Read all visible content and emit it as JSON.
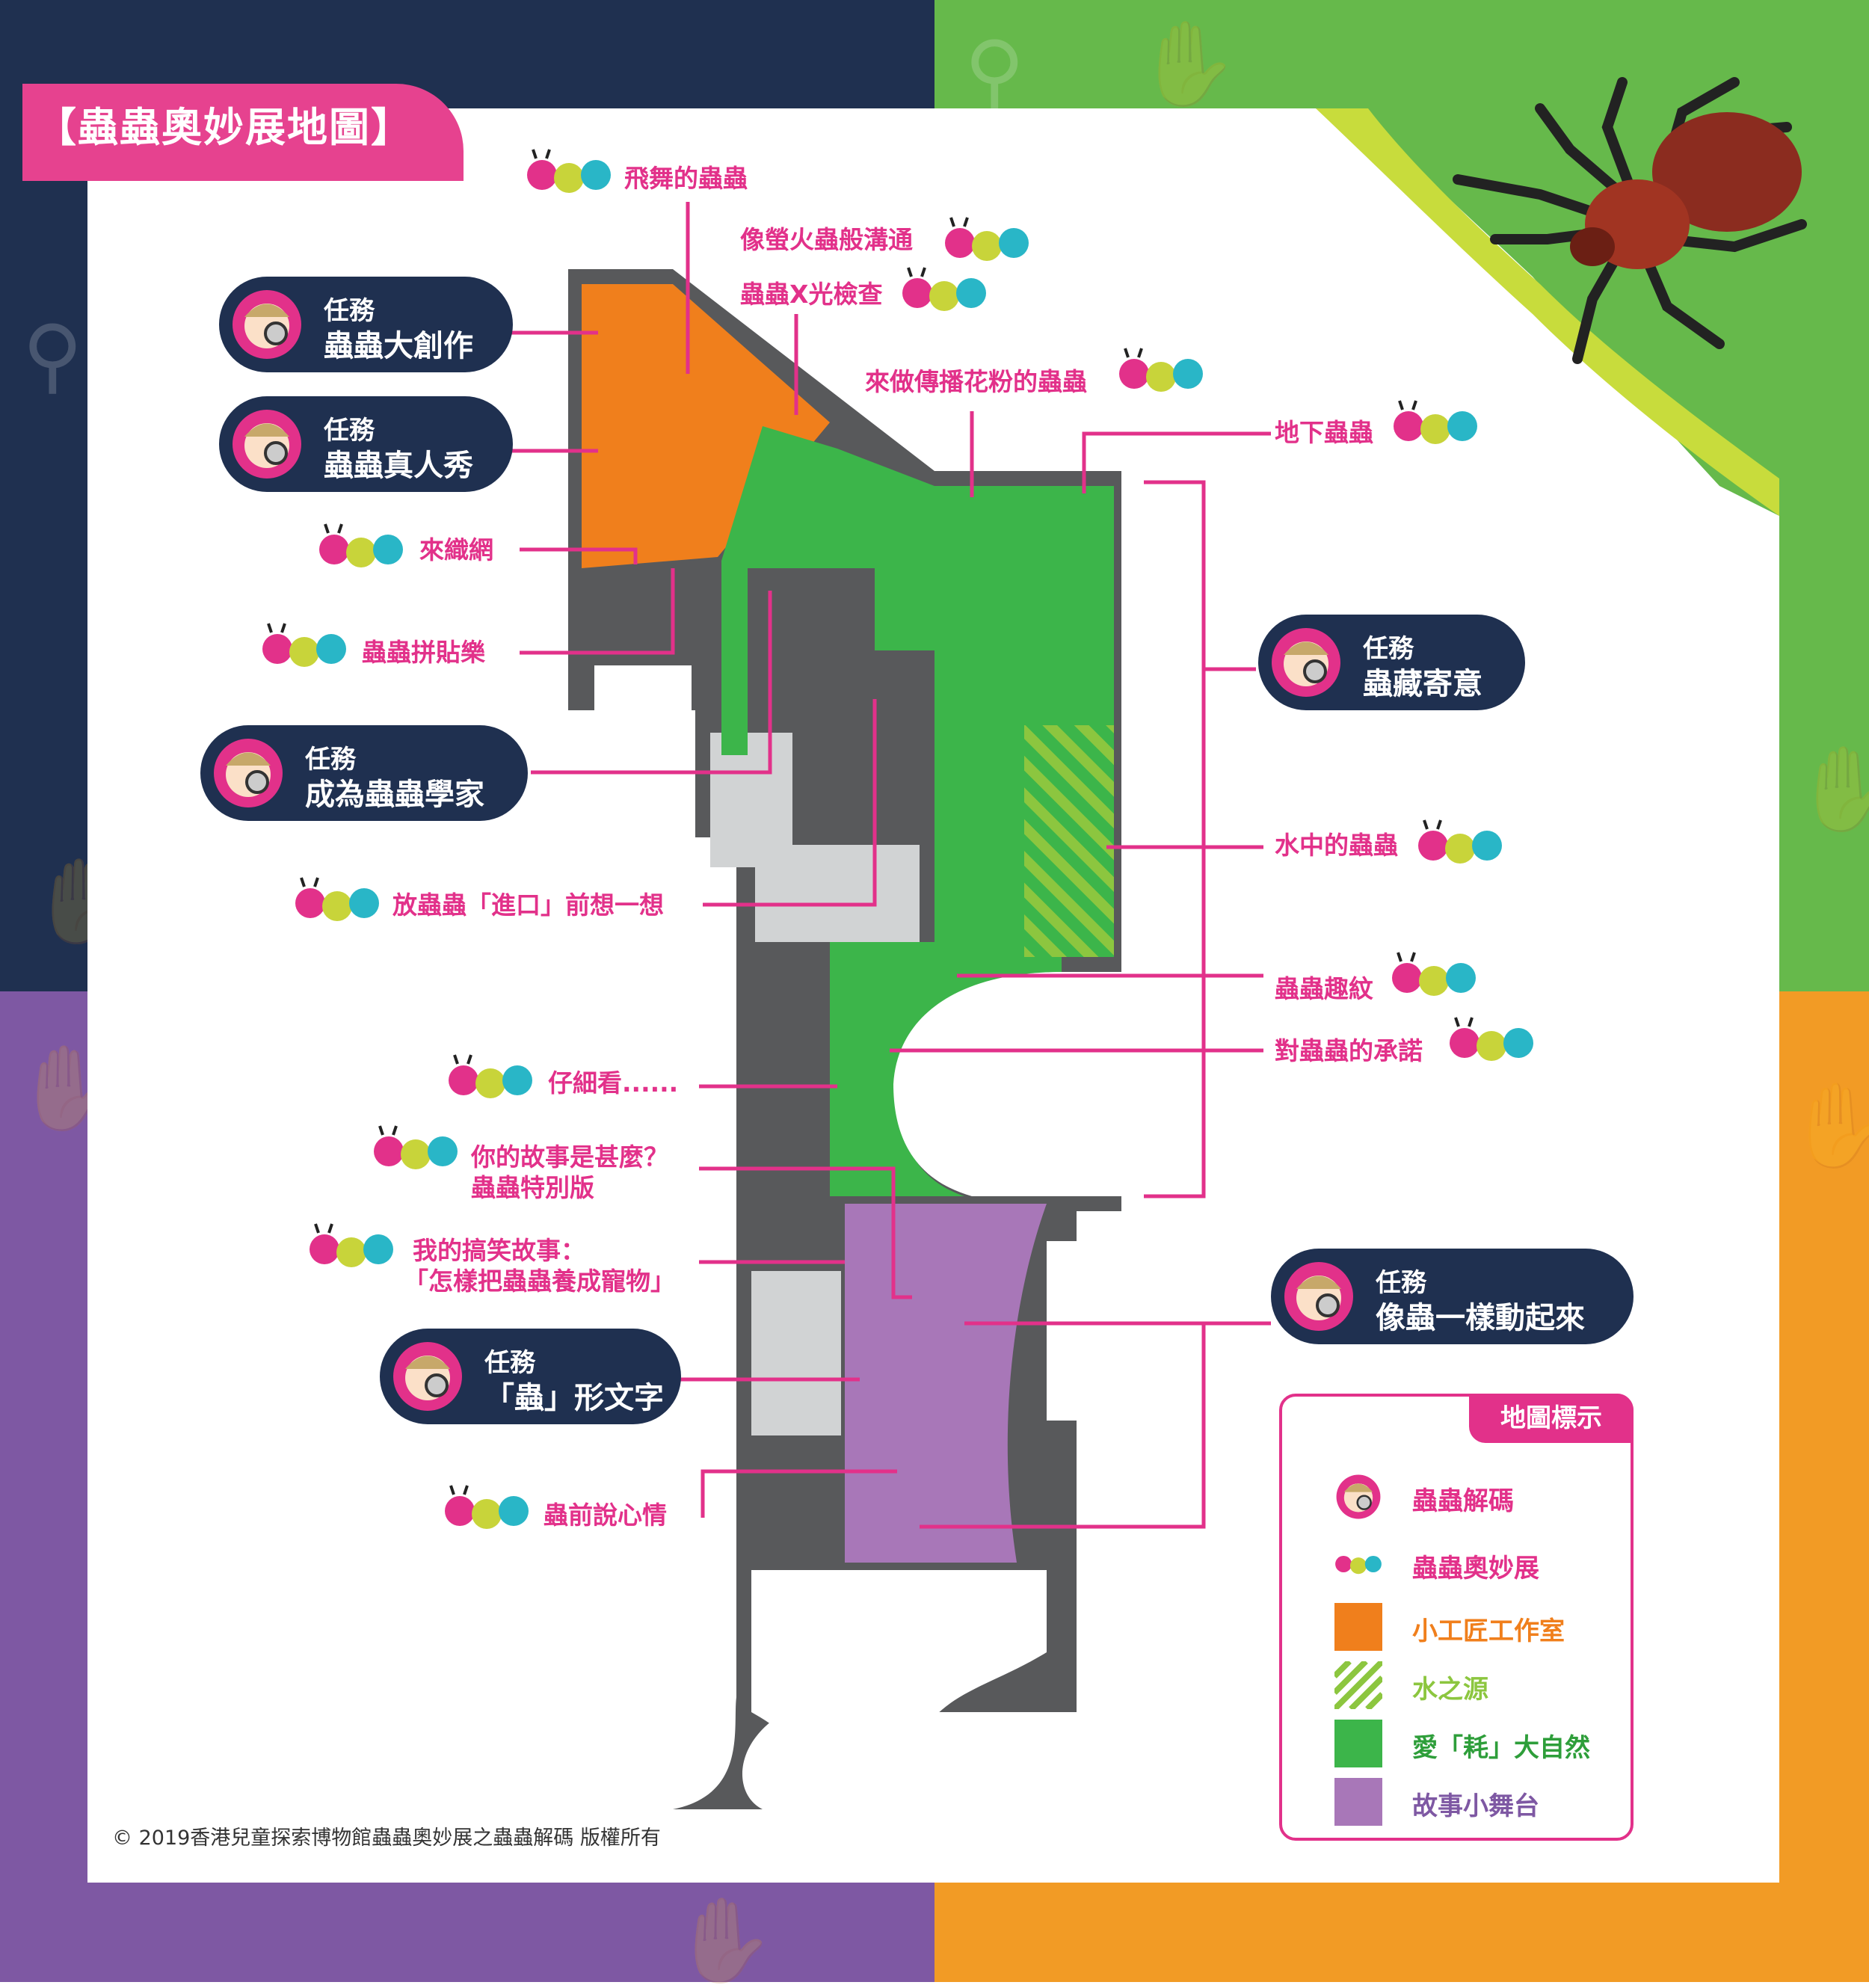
{
  "title": "【蟲蟲奧妙展地圖】",
  "missions": [
    {
      "id": "m1",
      "label": "任務",
      "name": "蟲蟲大創作"
    },
    {
      "id": "m2",
      "label": "任務",
      "name": "蟲蟲真人秀"
    },
    {
      "id": "m3",
      "label": "任務",
      "name": "成為蟲蟲學家"
    },
    {
      "id": "m4",
      "label": "任務",
      "name": "蟲藏寄意"
    },
    {
      "id": "m5",
      "label": "任務",
      "name": "像蟲一樣動起來"
    },
    {
      "id": "m6",
      "label": "任務",
      "name": "「蟲」形文字"
    }
  ],
  "exhibits": {
    "flying_bugs": "飛舞的蟲蟲",
    "firefly": "像螢火蟲般溝通",
    "xray": "蟲蟲X光檢查",
    "pollination": "來做傳播花粉的蟲蟲",
    "underground": "地下蟲蟲",
    "weave_web": "來織網",
    "collage": "蟲蟲拼貼樂",
    "import": "放蟲蟲「進口」前想一想",
    "water_bugs": "水中的蟲蟲",
    "patterns": "蟲蟲趣紋",
    "promise": "對蟲蟲的承諾",
    "look_closely": "仔細看......",
    "your_story_1": "你的故事是甚麼？",
    "your_story_2": "蟲蟲特別版",
    "funny_story_1": "我的搞笑故事：",
    "funny_story_2": "「怎樣把蟲蟲養成寵物」",
    "talk_heart": "蟲前說心情"
  },
  "legend": {
    "title": "地圖標示",
    "items": [
      {
        "label": "蟲蟲解碼",
        "color": "#e2318a"
      },
      {
        "label": "蟲蟲奧妙展",
        "color": "#e2318a"
      },
      {
        "label": "小工匠工作室",
        "color": "#f07f1c"
      },
      {
        "label": "水之源",
        "color": "#8cc63f"
      },
      {
        "label": "愛「耗」大自然",
        "color": "#2e9e3a"
      },
      {
        "label": "故事小舞台",
        "color": "#7e58a3"
      }
    ]
  },
  "zone_colors": {
    "workshop": "#f07f1c",
    "water": "#8cc63f",
    "nature": "#3cb54a",
    "stage": "#a877b8",
    "wall": "#58595b",
    "accent": "#e2318a"
  },
  "copyright": "© 2019香港兒童探索博物館蟲蟲奧妙展之蟲蟲解碼 版權所有"
}
